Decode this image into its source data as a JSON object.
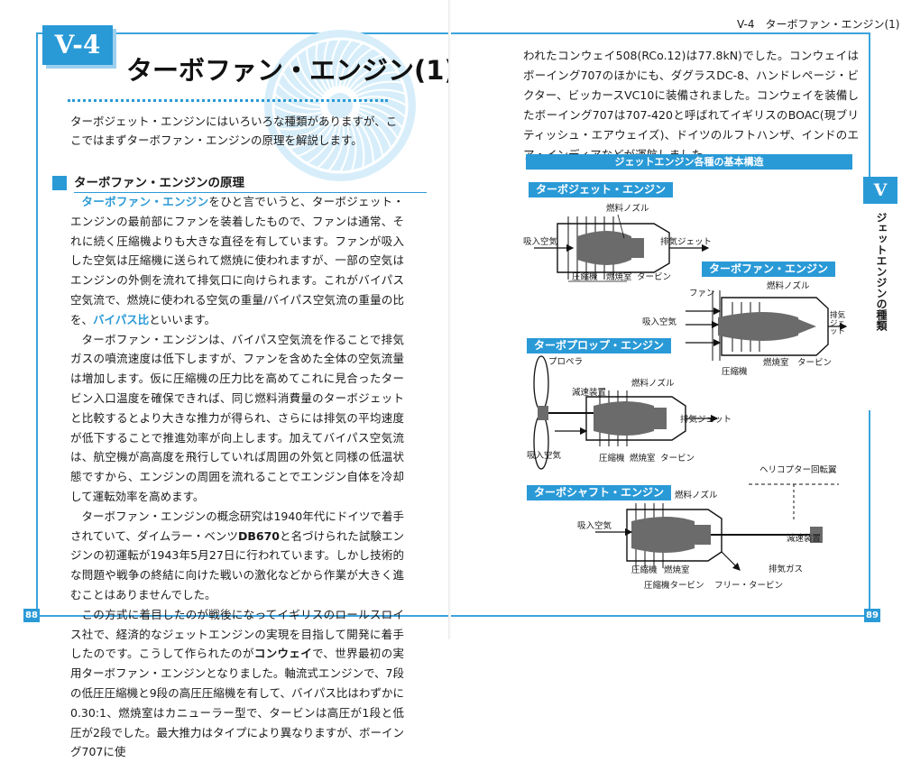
{
  "left_page": {
    "section_number": "V-4",
    "title": "ターボファン・エンジン(1)",
    "intro": "ターボジェット・エンジンにはいろいろな種類がありますが、ここではまずターボファン・エンジンの原理を解説します。",
    "subheading": "ターボファン・エンジンの原理",
    "paragraphs": [
      {
        "parts": [
          {
            "t": "ターボファン・エンジン",
            "s": "hl"
          },
          {
            "t": "をひと言でいうと、ターボジェット・エンジンの最前部にファンを装着したもので、ファンは通常、それに続く圧縮機よりも大きな直径を有しています。ファンが吸入した空気は圧縮機に送られて燃焼に使われますが、一部の空気はエンジンの外側を流れて排気口に向けられます。これがバイパス空気流で、燃焼に使われる空気の重量/バイパス空気流の重量の比を、"
          },
          {
            "t": "バイパス比",
            "s": "hl"
          },
          {
            "t": "といいます。"
          }
        ]
      },
      {
        "parts": [
          {
            "t": "ターボファン・エンジンは、バイパス空気流を作ることで排気ガスの噴流速度は低下しますが、ファンを含めた全体の空気流量は増加します。仮に圧縮機の圧力比を高めてこれに見合ったタービン入口温度を確保できれば、同じ燃料消費量のターボジェットと比較するとより大きな推力が得られ、さらには排気の平均速度が低下することで推進効率が向上します。加えてバイパス空気流は、航空機が高高度を飛行していれば周囲の外気と同様の低温状態ですから、エンジンの周囲を流れることでエンジン自体を冷却して運転効率を高めます。"
          }
        ]
      },
      {
        "parts": [
          {
            "t": "ターボファン・エンジンの概念研究は1940年代にドイツで着手されていて、ダイムラー・ベンツ"
          },
          {
            "t": "DB670",
            "s": "b"
          },
          {
            "t": "と名づけられた試験エンジンの初運転が1943年5月27日に行われています。しかし技術的な問題や戦争の終結に向けた戦いの激化などから作業が大きく進むことはありませんでした。"
          }
        ]
      },
      {
        "parts": [
          {
            "t": "この方式に着目したのが戦後になってイギリスのロールスロイス社で、経済的なジェットエンジンの実現を目指して開発に着手したのです。こうして作られたのが"
          },
          {
            "t": "コンウェイ",
            "s": "b"
          },
          {
            "t": "で、世界最初の実用ターボファン・エンジンとなりました。軸流式エンジンで、7段の低圧圧縮機と9段の高圧圧縮機を有して、バイパス比はわずかに0.30:1、燃焼室はカニューラー型で、タービンは高圧が1段と低圧が2段でした。最大推力はタイプにより異なりますが、ボーイング707に使"
          }
        ]
      }
    ],
    "page_number": "88"
  },
  "right_page": {
    "running_header": "V-4　ターボファン・エンジン(1)",
    "body": "われたコンウェイ508(RCo.12)は77.8kN)でした。コンウェイはボーイング707のほかにも、ダグラスDC-8、ハンドレページ・ビクター、ビッカースVC10に装備されました。コンウェイを装備したボーイング707は707-420と呼ばれてイギリスのBOAC(現ブリティッシュ・エアウェイズ)、ドイツのルフトハンザ、インドのエア・インディアなどが運航しました。",
    "figure_caption": "ジェットエンジン各種の基本構造",
    "side_tab": "V",
    "side_label": "ジェットエンジンの種類",
    "page_number": "89",
    "engines": {
      "turbojet": {
        "name": "ターボジェット・エンジン",
        "fuel_nozzle": "燃料ノズル",
        "intake": "吸入空気",
        "exhaust": "排気ジェット",
        "compressor": "圧縮機",
        "combustor": "燃焼室",
        "turbine": "タービン"
      },
      "turbofan": {
        "name": "ターボファン・エンジン",
        "fan": "ファン",
        "fuel_nozzle": "燃料ノズル",
        "intake": "吸入空気",
        "exhaust": "排気ジェット",
        "compressor": "圧縮機",
        "combustor": "燃焼室",
        "turbine": "タービン"
      },
      "turboprop": {
        "name": "ターボプロップ・エンジン",
        "propeller": "プロペラ",
        "reduction_gear": "減速装置",
        "fuel_nozzle": "燃料ノズル",
        "intake": "吸入空気",
        "exhaust": "排気ジェット",
        "compressor": "圧縮機",
        "combustor": "燃焼室",
        "turbine": "タービン"
      },
      "turboshaft": {
        "name": "ターボシャフト・エンジン",
        "rotor": "ヘリコプター回転翼",
        "fuel_nozzle": "燃料ノズル",
        "intake": "吸入空気",
        "reduction_gear": "減速装置",
        "exhaust_gas": "排気ガス",
        "compressor": "圧縮機",
        "combustor": "燃焼室",
        "compressor_turbine": "圧縮機タービン",
        "free_turbine": "フリー・タービン"
      }
    }
  },
  "colors": {
    "accent": "#2a9ad7",
    "engine_core": "#6b6b6b",
    "light_accent": "#9bd0ef"
  }
}
